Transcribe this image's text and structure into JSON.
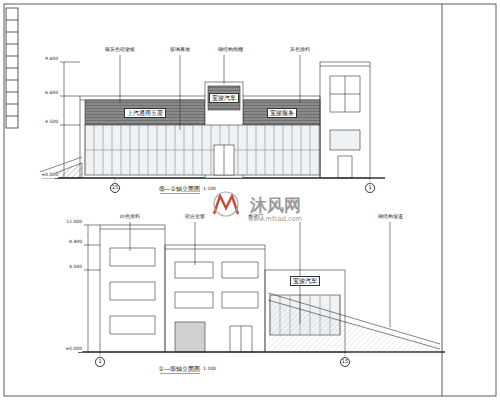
{
  "diagram": {
    "nodes": [
      {
        "text": [
          "上汽通用五菱"
        ]
      },
      {
        "text": [
          "宝骏汽车"
        ]
      },
      {
        "text": [
          "宝骏服务"
        ]
      },
      {
        "text": [
          "15"
        ]
      },
      {
        "text": [
          "1"
        ]
      },
      {
        "text": [
          "宝骏汽车"
        ]
      },
      {
        "text": [
          "1"
        ]
      },
      {
        "text": [
          "15"
        ]
      }
    ],
    "labels": [
      "9.600",
      "6.600",
      "4.500",
      "±0.000",
      "银灰色铝塑板",
      "玻璃幕墙",
      "钢结构雨棚",
      "灰色涂料",
      "⑮—①轴立面图",
      "1:100",
      "12.000",
      "8.400",
      "4.500",
      "±0.000",
      "白色涂料",
      "铝合金窗",
      "卷帘门",
      "钢结构坡道",
      "①—⑮轴立面图",
      "1:100",
      "沐风网",
      "www.mfcad.com"
    ]
  }
}
